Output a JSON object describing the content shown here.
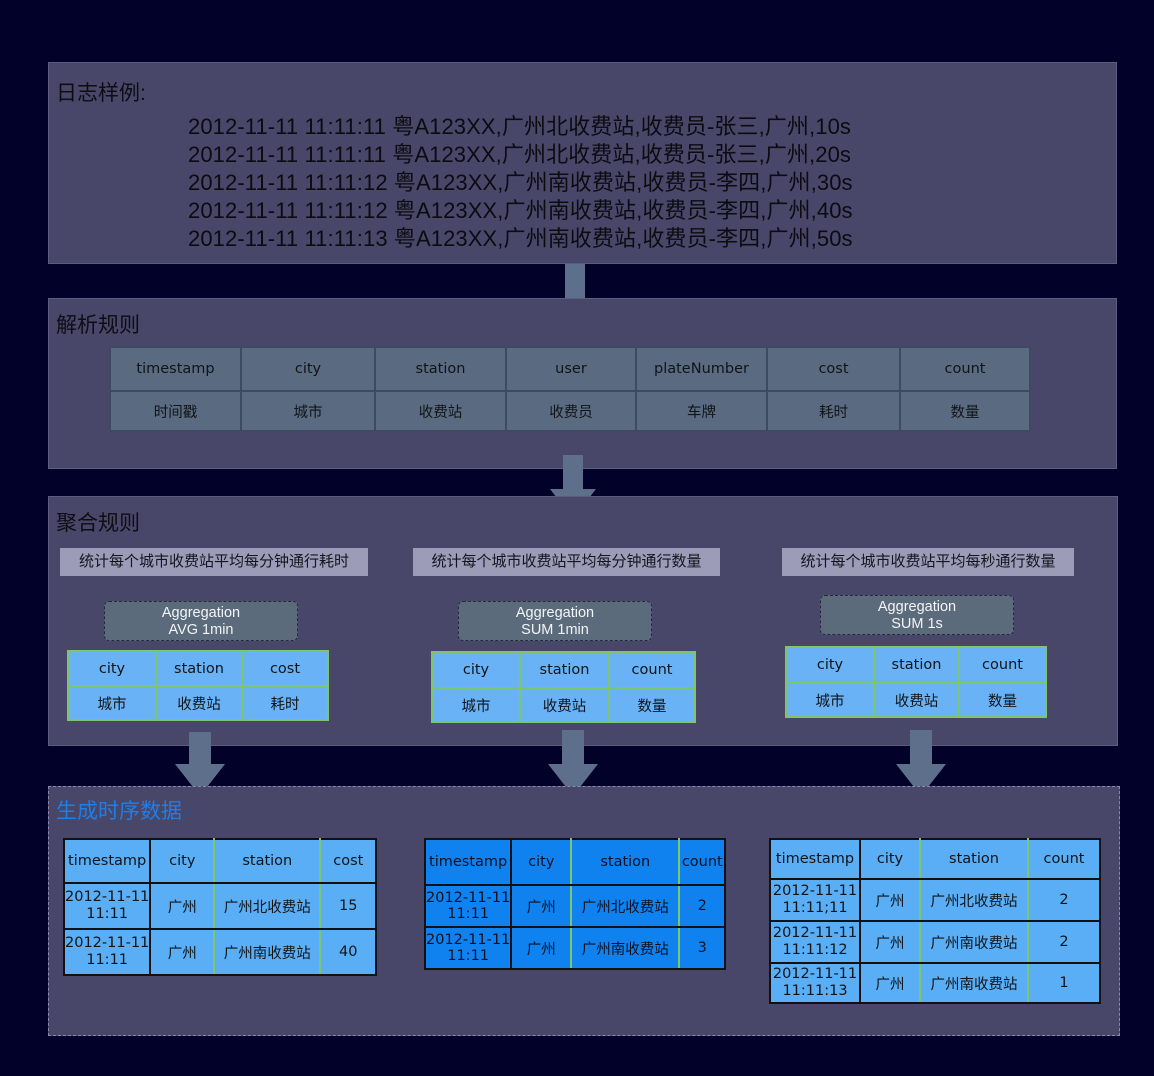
{
  "log_panel": {
    "title": "日志样例:",
    "lines": [
      "2012-11-11 11:11:11 粤A123XX,广州北收费站,收费员-张三,广州,10s",
      "2012-11-11 11:11:11 粤A123XX,广州北收费站,收费员-张三,广州,20s",
      "2012-11-11 11:11:12 粤A123XX,广州南收费站,收费员-李四,广州,30s",
      "2012-11-11 11:11:12 粤A123XX,广州南收费站,收费员-李四,广州,40s",
      "2012-11-11 11:11:13 粤A123XX,广州南收费站,收费员-李四,广州,50s"
    ]
  },
  "parse_panel": {
    "title": "解析规则",
    "fields": [
      "timestamp",
      "city",
      "station",
      "user",
      "plateNumber",
      "cost",
      "count"
    ],
    "labels": [
      "时间戳",
      "城市",
      "收费站",
      "收费员",
      "车牌",
      "耗时",
      "数量"
    ]
  },
  "agg_panel": {
    "title": "聚合规则",
    "rules": [
      {
        "desc": "统计每个城市收费站平均每分钟通行耗时",
        "agg_line1": "Aggregation",
        "agg_line2": "AVG 1min",
        "fields": [
          "city",
          "station",
          "cost"
        ],
        "labels": [
          "城市",
          "收费站",
          "耗时"
        ]
      },
      {
        "desc": "统计每个城市收费站平均每分钟通行数量",
        "agg_line1": "Aggregation",
        "agg_line2": "SUM 1min",
        "fields": [
          "city",
          "station",
          "count"
        ],
        "labels": [
          "城市",
          "收费站",
          "数量"
        ]
      },
      {
        "desc": "统计每个城市收费站平均每秒通行数量",
        "agg_line1": "Aggregation",
        "agg_line2": "SUM 1s",
        "fields": [
          "city",
          "station",
          "count"
        ],
        "labels": [
          "城市",
          "收费站",
          "数量"
        ]
      }
    ]
  },
  "result_panel": {
    "title": "生成时序数据",
    "tables": [
      {
        "headers": [
          "timestamp",
          "city",
          "station",
          "cost"
        ],
        "rows": [
          [
            "2012-11-11",
            "11:11",
            "广州",
            "广州北收费站",
            "15"
          ],
          [
            "2012-11-11",
            "11:11",
            "广州",
            "广州南收费站",
            "40"
          ]
        ]
      },
      {
        "headers": [
          "timestamp",
          "city",
          "station",
          "count"
        ],
        "rows": [
          [
            "2012-11-11",
            "11:11",
            "广州",
            "广州北收费站",
            "2"
          ],
          [
            "2012-11-11",
            "11:11",
            "广州",
            "广州南收费站",
            "3"
          ]
        ]
      },
      {
        "headers": [
          "timestamp",
          "city",
          "station",
          "count"
        ],
        "rows": [
          [
            "2012-11-11",
            "11:11;11",
            "广州",
            "广州北收费站",
            "2"
          ],
          [
            "2012-11-11",
            "11:11:12",
            "广州",
            "广州南收费站",
            "2"
          ],
          [
            "2012-11-11",
            "11:11:13",
            "广州",
            "广州南收费站",
            "1"
          ]
        ]
      }
    ]
  },
  "colors": {
    "background": "#02012a",
    "panel": "#48476a",
    "arrow": "#5e6f8c",
    "agg_cell": "#69b2f5",
    "result_cell": "#59aef5",
    "result_cell_dark": "#0f82f0",
    "result_title": "#1e7ee6"
  }
}
